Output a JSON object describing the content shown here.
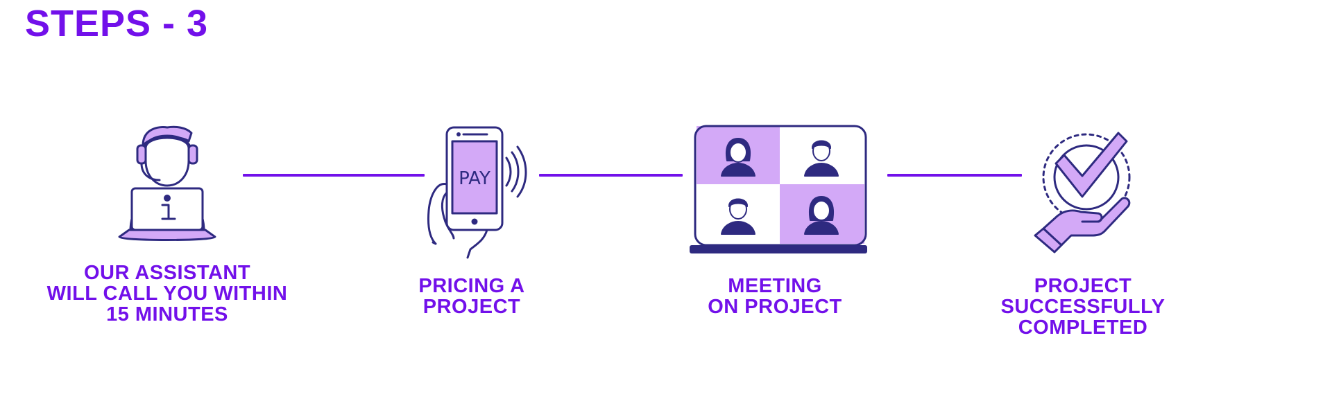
{
  "title": "STEPS - 3",
  "colors": {
    "accent": "#7210ea",
    "icon_stroke": "#2e2a80",
    "icon_fill": "#d3a9f7"
  },
  "steps": [
    {
      "icon": "assistant-headset-laptop-icon",
      "lines": [
        "OUR ASSISTANT",
        "WILL CALL YOU WITHIN",
        "15 MINUTES"
      ]
    },
    {
      "icon": "phone-pay-icon",
      "screen_text": "PAY",
      "lines": [
        "PRICING A",
        "PROJECT"
      ]
    },
    {
      "icon": "video-meeting-icon",
      "lines": [
        "MEETING",
        "ON PROJECT"
      ]
    },
    {
      "icon": "hand-checkmark-icon",
      "lines": [
        "PROJECT",
        "SUCCESSFULLY",
        "COMPLETED"
      ]
    }
  ]
}
